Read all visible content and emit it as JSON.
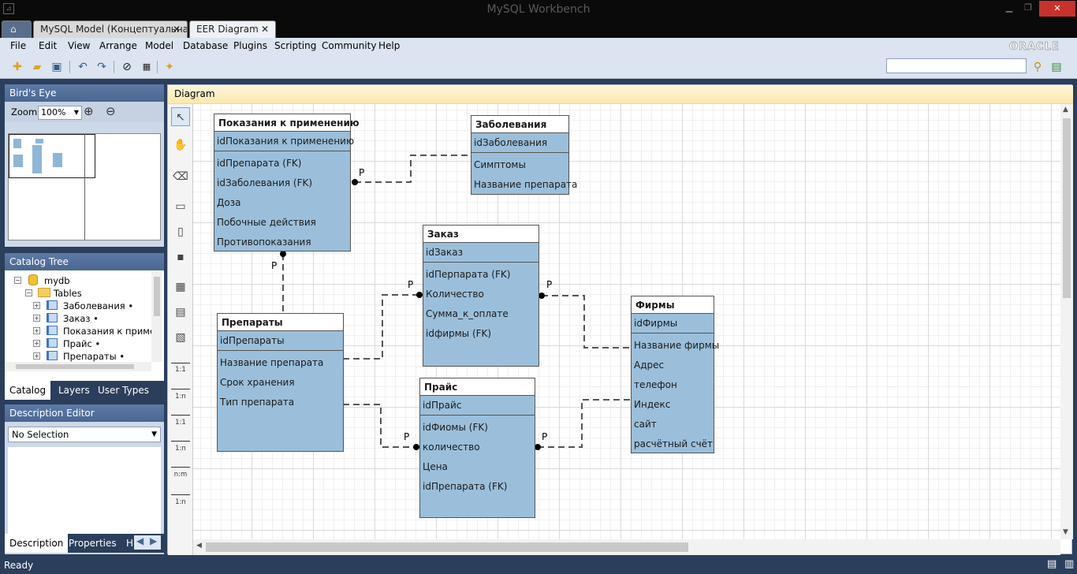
{
  "window": {
    "title": "MySQL Workbench"
  },
  "tabs": [
    {
      "label": "MySQL Model (Концептуальна...",
      "close": "✕"
    },
    {
      "label": "EER Diagram",
      "close": "✕"
    }
  ],
  "menu": [
    "File",
    "Edit",
    "View",
    "Arrange",
    "Model",
    "Database",
    "Plugins",
    "Scripting",
    "Community",
    "Help"
  ],
  "brand": "ORACLE",
  "birds_eye": {
    "title": "Bird's Eye",
    "zoom_label": "Zoom:",
    "zoom_value": "100%"
  },
  "catalog": {
    "title": "Catalog Tree",
    "schema": "mydb",
    "folder": "Tables",
    "tables": [
      "Заболевания •",
      "Заказ •",
      "Показания к примен",
      "Прайс •",
      "Препараты •"
    ],
    "tabs": [
      "Catalog",
      "Layers",
      "User Types"
    ]
  },
  "description": {
    "title": "Description Editor",
    "selection": "No Selection",
    "tabs": [
      "Description",
      "Properties",
      "H"
    ]
  },
  "diagram": {
    "title": "Diagram",
    "tool_labels": [
      "1:1",
      "1:n",
      "1:1",
      "1:n",
      "n:m",
      "1:n"
    ],
    "entities": [
      {
        "name": "Показания к применению",
        "pk": "idПоказания к применению",
        "cols": [
          "idПрепарата (FK)",
          "idЗаболевания (FK)",
          "Доза",
          "Побочные действия",
          "Противопоказания"
        ]
      },
      {
        "name": "Заболевания",
        "pk": "idЗаболевания",
        "cols": [
          "Симптомы",
          "Название препарата"
        ]
      },
      {
        "name": "Заказ",
        "pk": "idЗаказ",
        "cols": [
          "idПерпарата (FK)",
          "Количество",
          "Сумма_к_оплате",
          "idфирмы (FK)"
        ]
      },
      {
        "name": "Препараты",
        "pk": "idПрепараты",
        "cols": [
          "Название препарата",
          "Срок хранения",
          "Тип препарата"
        ]
      },
      {
        "name": "Прайс",
        "pk": "idПрайс",
        "cols": [
          "idФиомы (FK)",
          "количество",
          "Цена",
          "idПрепарата (FK)"
        ]
      },
      {
        "name": "Фирмы",
        "pk": "idФирмы",
        "cols": [
          "Название фирмы",
          "Адрес",
          "телефон",
          "Индекс",
          "сайт",
          "расчётный счёт"
        ]
      }
    ],
    "relation_label": "P"
  },
  "status": "Ready"
}
